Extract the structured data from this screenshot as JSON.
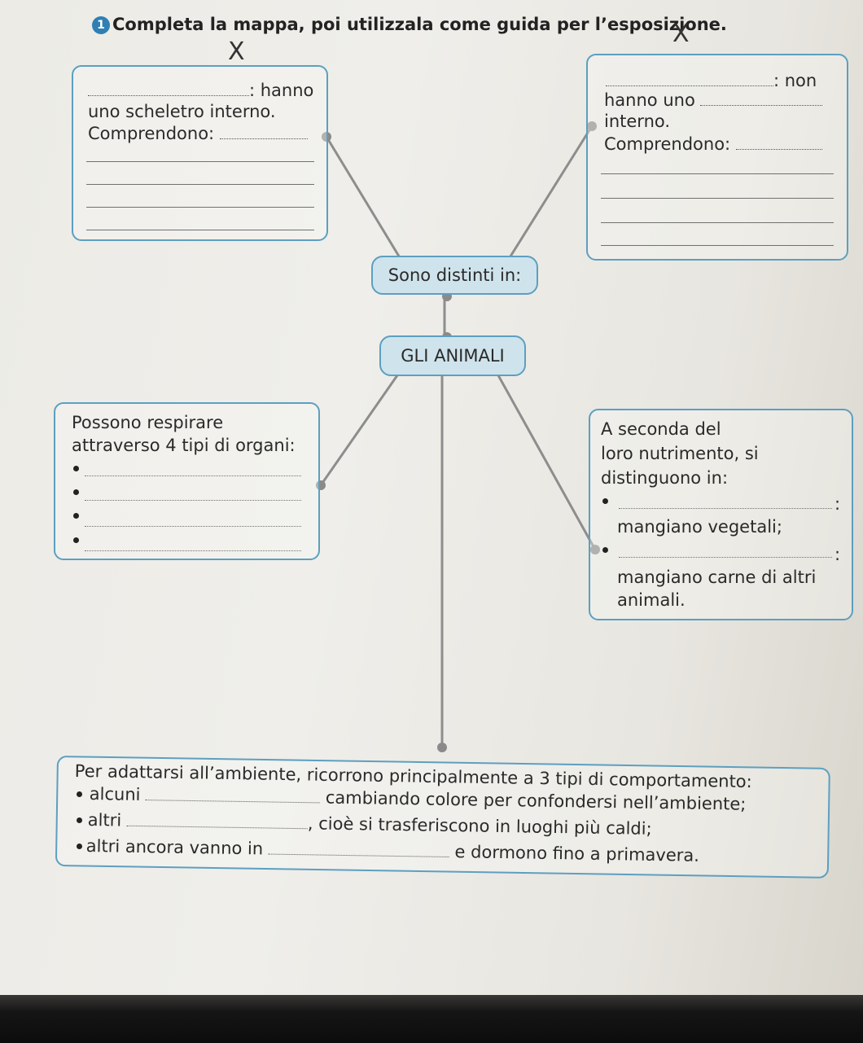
{
  "exercise": {
    "number": "1",
    "title": "Completa la mappa, poi utilizzala come guida per l’esposizione."
  },
  "marks": {
    "left": "X",
    "right": "X"
  },
  "vertebrati_box": {
    "line1_suffix": ": hanno",
    "line2": "uno scheletro interno.",
    "line3": "Comprendono:"
  },
  "invertebrati_box": {
    "line1_suffix": ": non",
    "line2": "hanno uno",
    "line3": "interno.",
    "line4": "Comprendono:"
  },
  "sono_distinti": "Sono distinti in:",
  "central": "GLI ANIMALI",
  "respiration_box": {
    "line1": "Possono respirare",
    "line2": "attraverso 4 tipi di organi:"
  },
  "diet_box": {
    "line1": "A seconda del",
    "line2": "loro nutrimento, si",
    "line3": "distinguono in:",
    "item1_colon": ":",
    "item1_text": "mangiano vegetali;",
    "item2_colon": ":",
    "item2_text_line1": "mangiano carne di altri",
    "item2_text_line2": "animali."
  },
  "behaviour_box": {
    "intro": "Per adattarsi all’ambiente, ricorrono principalmente a 3 tipi di comportamento:",
    "item1_start": "alcuni",
    "item1_end": "cambiando colore per confondersi nell’ambiente;",
    "item2_start": "altri",
    "item2_end": ", cioè si trasferiscono in luoghi più caldi;",
    "item3_start": "altri ancora vanno in",
    "item3_end": "e dormono fino a primavera."
  }
}
